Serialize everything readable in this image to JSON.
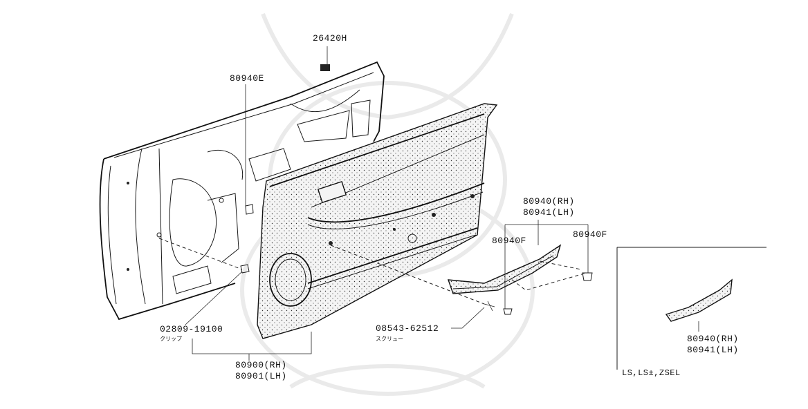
{
  "labels": {
    "harness": "26420H",
    "upper_clip": "80940E",
    "armrest_group_rh": "80940(RH)",
    "armrest_group_lh": "80941(LH)",
    "armrest_left_clip": "80940F",
    "armrest_right_clip": "80940F",
    "clip_part": "02809-19100",
    "clip_sub": "クリップ",
    "screw_part": "08543-62512",
    "screw_sub": "スクリュー",
    "trim_rh": "80900(RH)",
    "trim_lh": "80901(LH)",
    "inset_rh": "80940(RH)",
    "inset_lh": "80941(LH)",
    "inset_caption": "LS,LS±,ZSEL"
  }
}
